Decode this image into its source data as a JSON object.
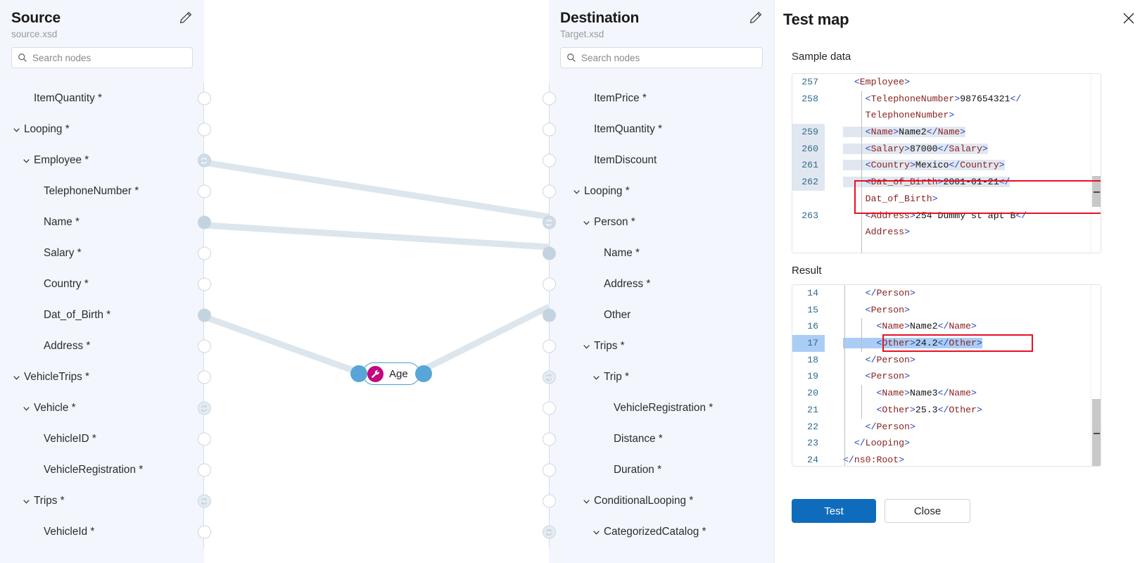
{
  "source": {
    "title": "Source",
    "file": "source.xsd",
    "search_placeholder": "Search nodes",
    "search_value": "",
    "edit_icon": "pencil-icon",
    "search_icon": "search-icon",
    "nodes": [
      {
        "label": "ItemQuantity *",
        "indent": 2,
        "chevron": false,
        "handle": "empty"
      },
      {
        "label": "Looping *",
        "indent": 1,
        "chevron": true,
        "handle": "empty"
      },
      {
        "label": "Employee *",
        "indent": 2,
        "chevron": true,
        "handle": "loop-active"
      },
      {
        "label": "TelephoneNumber *",
        "indent": 3,
        "chevron": false,
        "handle": "empty"
      },
      {
        "label": "Name *",
        "indent": 3,
        "chevron": false,
        "handle": "filled"
      },
      {
        "label": "Salary *",
        "indent": 3,
        "chevron": false,
        "handle": "empty"
      },
      {
        "label": "Country *",
        "indent": 3,
        "chevron": false,
        "handle": "empty"
      },
      {
        "label": "Dat_of_Birth *",
        "indent": 3,
        "chevron": false,
        "handle": "filled"
      },
      {
        "label": "Address *",
        "indent": 3,
        "chevron": false,
        "handle": "empty"
      },
      {
        "label": "VehicleTrips *",
        "indent": 1,
        "chevron": true,
        "handle": "empty"
      },
      {
        "label": "Vehicle *",
        "indent": 2,
        "chevron": true,
        "handle": "loop"
      },
      {
        "label": "VehicleID *",
        "indent": 3,
        "chevron": false,
        "handle": "empty"
      },
      {
        "label": "VehicleRegistration *",
        "indent": 3,
        "chevron": false,
        "handle": "empty"
      },
      {
        "label": "Trips *",
        "indent": 2,
        "chevron": true,
        "handle": "loop"
      },
      {
        "label": "VehicleId *",
        "indent": 3,
        "chevron": false,
        "handle": "empty"
      }
    ]
  },
  "destination": {
    "title": "Destination",
    "file": "Target.xsd",
    "search_placeholder": "Search nodes",
    "search_value": "",
    "edit_icon": "pencil-icon",
    "search_icon": "search-icon",
    "nodes": [
      {
        "label": "ItemPrice *",
        "indent": 1,
        "chevron": false,
        "handle": "empty"
      },
      {
        "label": "ItemQuantity *",
        "indent": 1,
        "chevron": false,
        "handle": "empty"
      },
      {
        "label": "ItemDiscount",
        "indent": 1,
        "chevron": false,
        "handle": "empty"
      },
      {
        "label": "Looping *",
        "indent": 0,
        "chevron": true,
        "handle": "empty"
      },
      {
        "label": "Person *",
        "indent": 1,
        "chevron": true,
        "handle": "loop-active"
      },
      {
        "label": "Name *",
        "indent": 2,
        "chevron": false,
        "handle": "filled"
      },
      {
        "label": "Address *",
        "indent": 2,
        "chevron": false,
        "handle": "empty"
      },
      {
        "label": "Other",
        "indent": 2,
        "chevron": false,
        "handle": "filled"
      },
      {
        "label": "Trips *",
        "indent": 1,
        "chevron": true,
        "handle": "empty"
      },
      {
        "label": "Trip *",
        "indent": 2,
        "chevron": true,
        "handle": "loop"
      },
      {
        "label": "VehicleRegistration *",
        "indent": 3,
        "chevron": false,
        "handle": "empty"
      },
      {
        "label": "Distance *",
        "indent": 3,
        "chevron": false,
        "handle": "empty"
      },
      {
        "label": "Duration *",
        "indent": 3,
        "chevron": false,
        "handle": "empty"
      },
      {
        "label": "ConditionalLooping *",
        "indent": 1,
        "chevron": true,
        "handle": "empty"
      },
      {
        "label": "CategorizedCatalog *",
        "indent": 2,
        "chevron": true,
        "handle": "loop"
      }
    ]
  },
  "canvas": {
    "function_node": {
      "label": "Age",
      "icon": "wrench-icon",
      "badge_color": "#c4087e",
      "border_color": "#4a9fd4",
      "port_color": "#58a6d8"
    },
    "edge_color": "#dce6ec"
  },
  "test_map": {
    "title": "Test map",
    "close_icon": "close-icon",
    "sample_label": "Sample data",
    "result_label": "Result",
    "buttons": {
      "test": "Test",
      "close": "Close"
    },
    "accent_color": "#0f6cbd",
    "highlight_color": "#aacdf5",
    "redbox_color": "#e81123",
    "sample_lines": [
      {
        "num": "257",
        "indent": 1,
        "text": "<Employee>",
        "rowhl": false
      },
      {
        "num": "258",
        "indent": 2,
        "text": "<TelephoneNumber>987654321</",
        "rowhl": false
      },
      {
        "num": "",
        "indent": 2,
        "text": "TelephoneNumber>",
        "rowhl": false
      },
      {
        "num": "259",
        "indent": 2,
        "text": "<Name>Name2</Name>",
        "rowhl": true
      },
      {
        "num": "260",
        "indent": 2,
        "text": "<Salary>87000</Salary>",
        "rowhl": true
      },
      {
        "num": "261",
        "indent": 2,
        "text": "<Country>Mexico</Country>",
        "rowhl": true
      },
      {
        "num": "262",
        "indent": 2,
        "text": "<Dat_of_Birth>2001-01-21</",
        "rowhl": true
      },
      {
        "num": "",
        "indent": 2,
        "text": "Dat_of_Birth>",
        "rowhl": false
      },
      {
        "num": "263",
        "indent": 2,
        "text": "<Address>254 Dummy st apt B</",
        "rowhl": false
      },
      {
        "num": "",
        "indent": 2,
        "text": "Address>",
        "rowhl": false
      }
    ],
    "result_lines": [
      {
        "num": "14",
        "indent": 2,
        "text": "</Person>",
        "hl": false
      },
      {
        "num": "15",
        "indent": 2,
        "text": "<Person>",
        "hl": false
      },
      {
        "num": "16",
        "indent": 3,
        "text": "<Name>Name2</Name>",
        "hl": false
      },
      {
        "num": "17",
        "indent": 3,
        "text": "<Other>24.2</Other>",
        "hl": true
      },
      {
        "num": "18",
        "indent": 2,
        "text": "</Person>",
        "hl": false
      },
      {
        "num": "19",
        "indent": 2,
        "text": "<Person>",
        "hl": false
      },
      {
        "num": "20",
        "indent": 3,
        "text": "<Name>Name3</Name>",
        "hl": false
      },
      {
        "num": "21",
        "indent": 3,
        "text": "<Other>25.3</Other>",
        "hl": false
      },
      {
        "num": "22",
        "indent": 2,
        "text": "</Person>",
        "hl": false
      },
      {
        "num": "23",
        "indent": 1,
        "text": "</Looping>",
        "hl": false
      },
      {
        "num": "24",
        "indent": 0,
        "text": "</ns0:Root>",
        "hl": false
      }
    ]
  }
}
